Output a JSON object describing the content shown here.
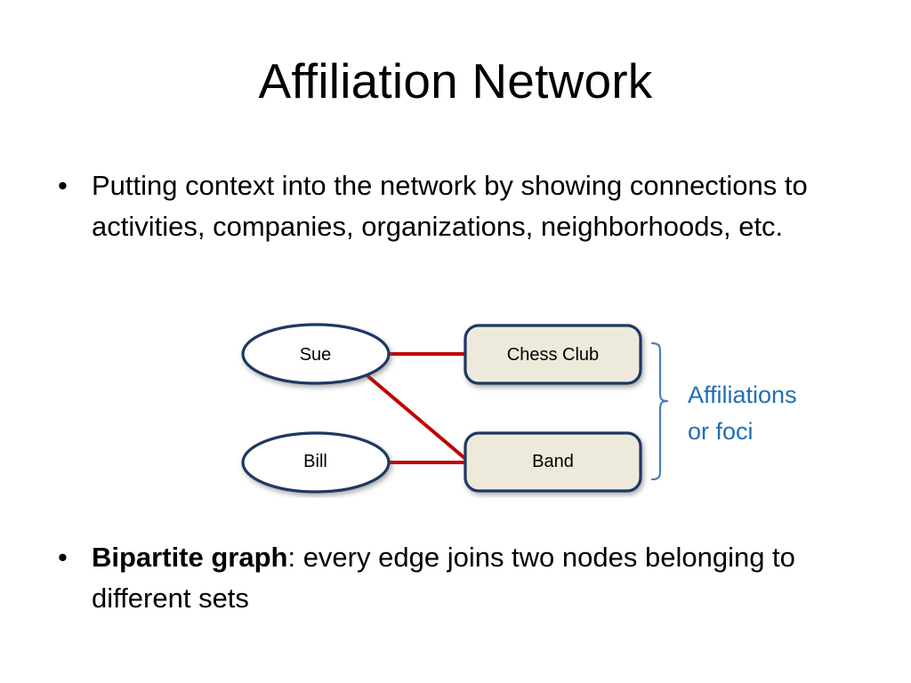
{
  "slide": {
    "title": "Affiliation Network",
    "background_color": "#FFFFFF"
  },
  "bullets": [
    {
      "marker": "•",
      "text": "Putting context into the network by showing connections to activities, companies, organizations, neighborhoods, etc.",
      "bold_prefix": ""
    },
    {
      "marker": "•",
      "bold_prefix": "Bipartite graph",
      "text": ": every edge joins two nodes belonging to different sets"
    }
  ],
  "diagram": {
    "type": "bipartite-affiliation-network",
    "people": [
      {
        "id": "sue",
        "label": "Sue",
        "shape": "ellipse"
      },
      {
        "id": "bill",
        "label": "Bill",
        "shape": "ellipse"
      }
    ],
    "affiliations": [
      {
        "id": "chess-club",
        "label": "Chess Club",
        "shape": "rounded-rect"
      },
      {
        "id": "band",
        "label": "Band",
        "shape": "rounded-rect"
      }
    ],
    "edges": [
      {
        "from": "sue",
        "to": "chess-club"
      },
      {
        "from": "sue",
        "to": "band"
      },
      {
        "from": "bill",
        "to": "band"
      }
    ],
    "annotation": {
      "text": "Affiliations\nor foci",
      "line1": "Affiliations",
      "line2": "or foci",
      "bracket": "right-curly-brace"
    },
    "colors": {
      "edge": "#C00000",
      "node_border": "#1F3864",
      "person_fill": "#FFFFFF",
      "affiliation_fill": "#EDEADC",
      "annotation": "#1F6FB5",
      "bracket": "#4A7EBB"
    }
  }
}
